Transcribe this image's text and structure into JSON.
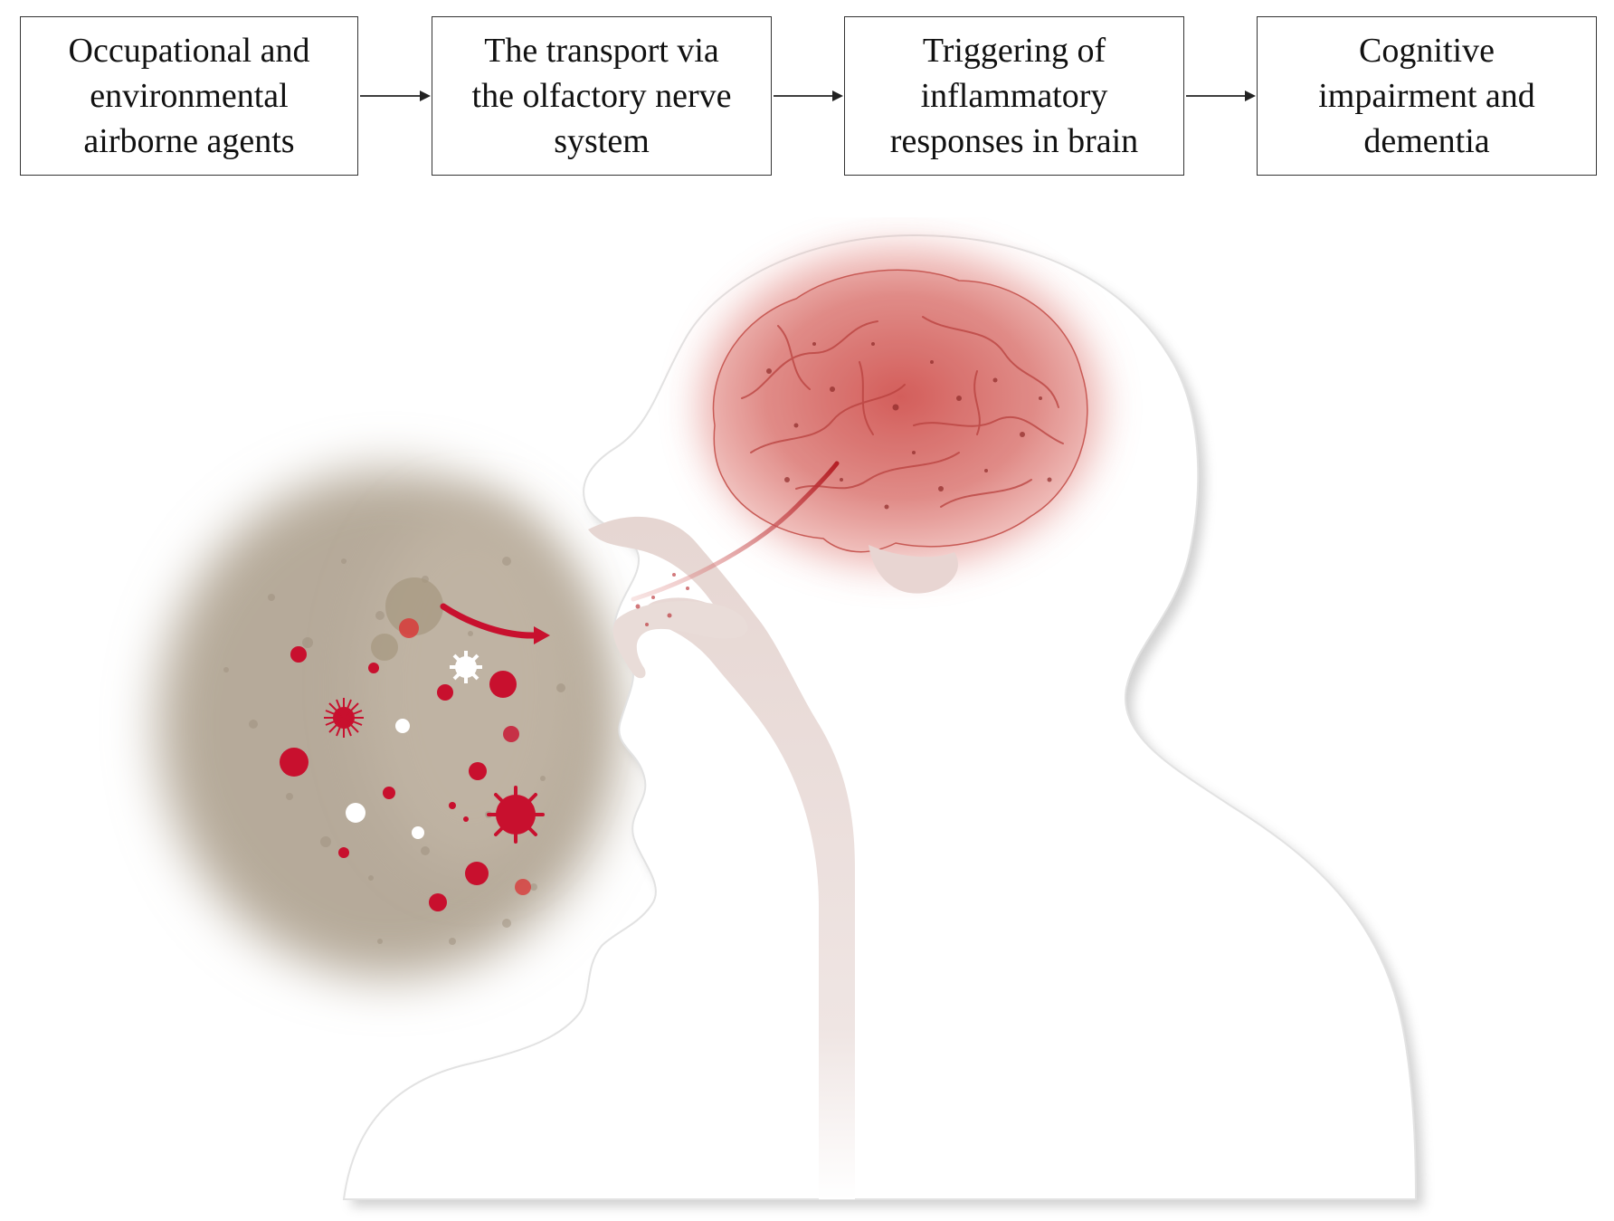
{
  "flow_steps": [
    {
      "label": "Occupational and\nenvironmental\nairborne agents"
    },
    {
      "label": "The transport via\nthe olfactory nerve\nsystem"
    },
    {
      "label": "Triggering of\ninflammatory\nresponses in brain"
    },
    {
      "label": "Cognitive\nimpairment and\ndementia"
    }
  ],
  "illustration": {
    "subject": "head-silhouette",
    "cloud_color": "#b6aa9a",
    "particle_color": "#c8102e",
    "brain_color": "#d66d6a",
    "airway_color": "#e8d8d4"
  }
}
